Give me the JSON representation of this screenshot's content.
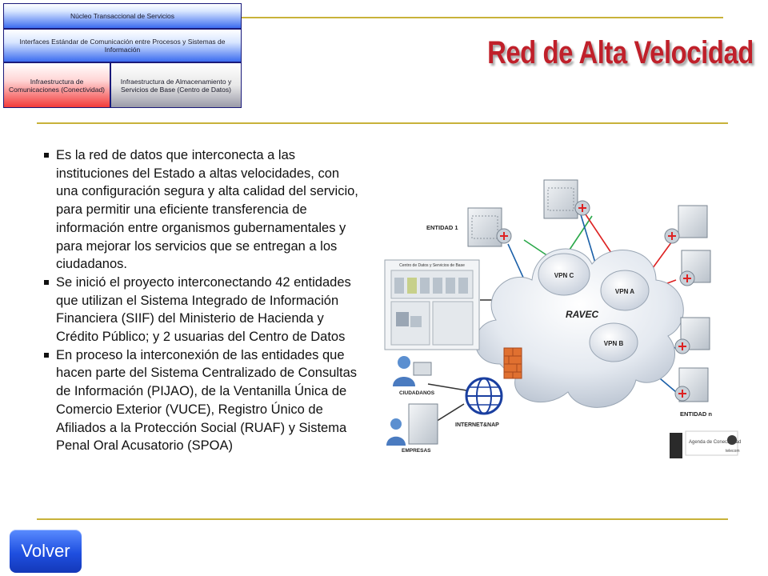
{
  "header": {
    "box_core": "Núcleo Transaccional de Servicios",
    "box_interfaces": "Interfaces Estándar de Comunicación entre Procesos y Sistemas de Información",
    "box_comms": "Infraestructura de Comunicaciones (Conectividad)",
    "box_storage": "Infraestructura de Almacenamiento y Servicios de Base (Centro de Datos)"
  },
  "title": "Red de Alta Velocidad",
  "bullets": [
    "Es la red de datos que interconecta a las instituciones del Estado a altas velocidades, con una configuración segura y alta calidad del servicio, para permitir una eficiente transferencia de información entre organismos gubernamentales y para mejorar los servicios que se entregan a los ciudadanos.",
    "Se inició el proyecto interconectando 42 entidades que utilizan el Sistema Integrado de Información Financiera (SIIF) del Ministerio de Hacienda y Crédito Público; y 2 usuarias del Centro de Datos",
    "En proceso la interconexión de las entidades que hacen parte del Sistema Centralizado de Consultas de Información (PIJAO), de la Ventanilla Única de Comercio Exterior (VUCE),  Registro Único de Afiliados a la Protección Social (RUAF) y Sistema Penal Oral Acusatorio (SPOA)"
  ],
  "diagram": {
    "entity1": "ENTIDAD 1",
    "entityn": "ENTIDAD n",
    "cloud": "RAVEC",
    "vpn_c": "VPN C",
    "vpn_a": "VPN A",
    "vpn_b": "VPN B",
    "citizens": "CIUDADANOS",
    "companies": "EMPRESAS",
    "internet": "INTERNET&NAP",
    "datacenter_title": "Centro de Datos y Servicios de Base",
    "logo_text": "Agenda de Conectividad",
    "logo_sub": "telecom"
  },
  "nav": {
    "back_label": "Volver"
  },
  "colors": {
    "title": "#c0202a",
    "rule": "#c8b23a",
    "button": "#1f4fe0"
  }
}
